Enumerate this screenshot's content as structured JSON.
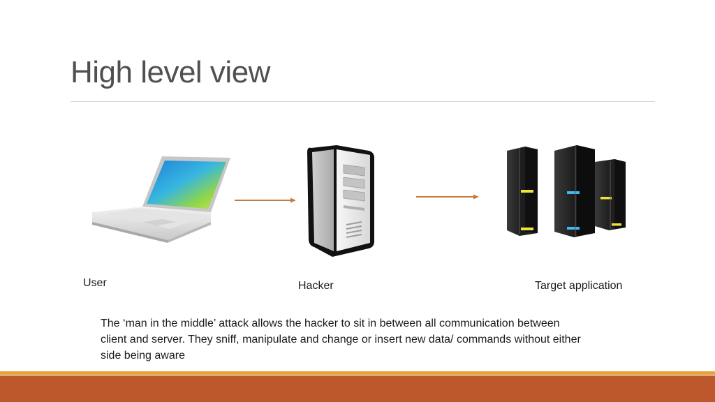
{
  "slide": {
    "title": "High level view"
  },
  "diagram": {
    "nodes": [
      {
        "id": "user",
        "label": "User",
        "icon": "laptop-icon"
      },
      {
        "id": "hacker",
        "label": "Hacker",
        "icon": "server-tower-icon"
      },
      {
        "id": "target",
        "label": "Target application",
        "icon": "server-rack-icon"
      }
    ],
    "edges": [
      {
        "from": "user",
        "to": "hacker"
      },
      {
        "from": "hacker",
        "to": "target"
      }
    ],
    "arrow_color": "#c87a3c"
  },
  "description": "The ‘man in the middle’ attack allows the hacker to sit in between all communication between client and server.  They sniff, manipulate and change or insert new data/ commands without either side being aware",
  "theme": {
    "footer_color": "#bd582c",
    "footer_accent_color": "#e8a23a",
    "title_color": "#505050"
  }
}
